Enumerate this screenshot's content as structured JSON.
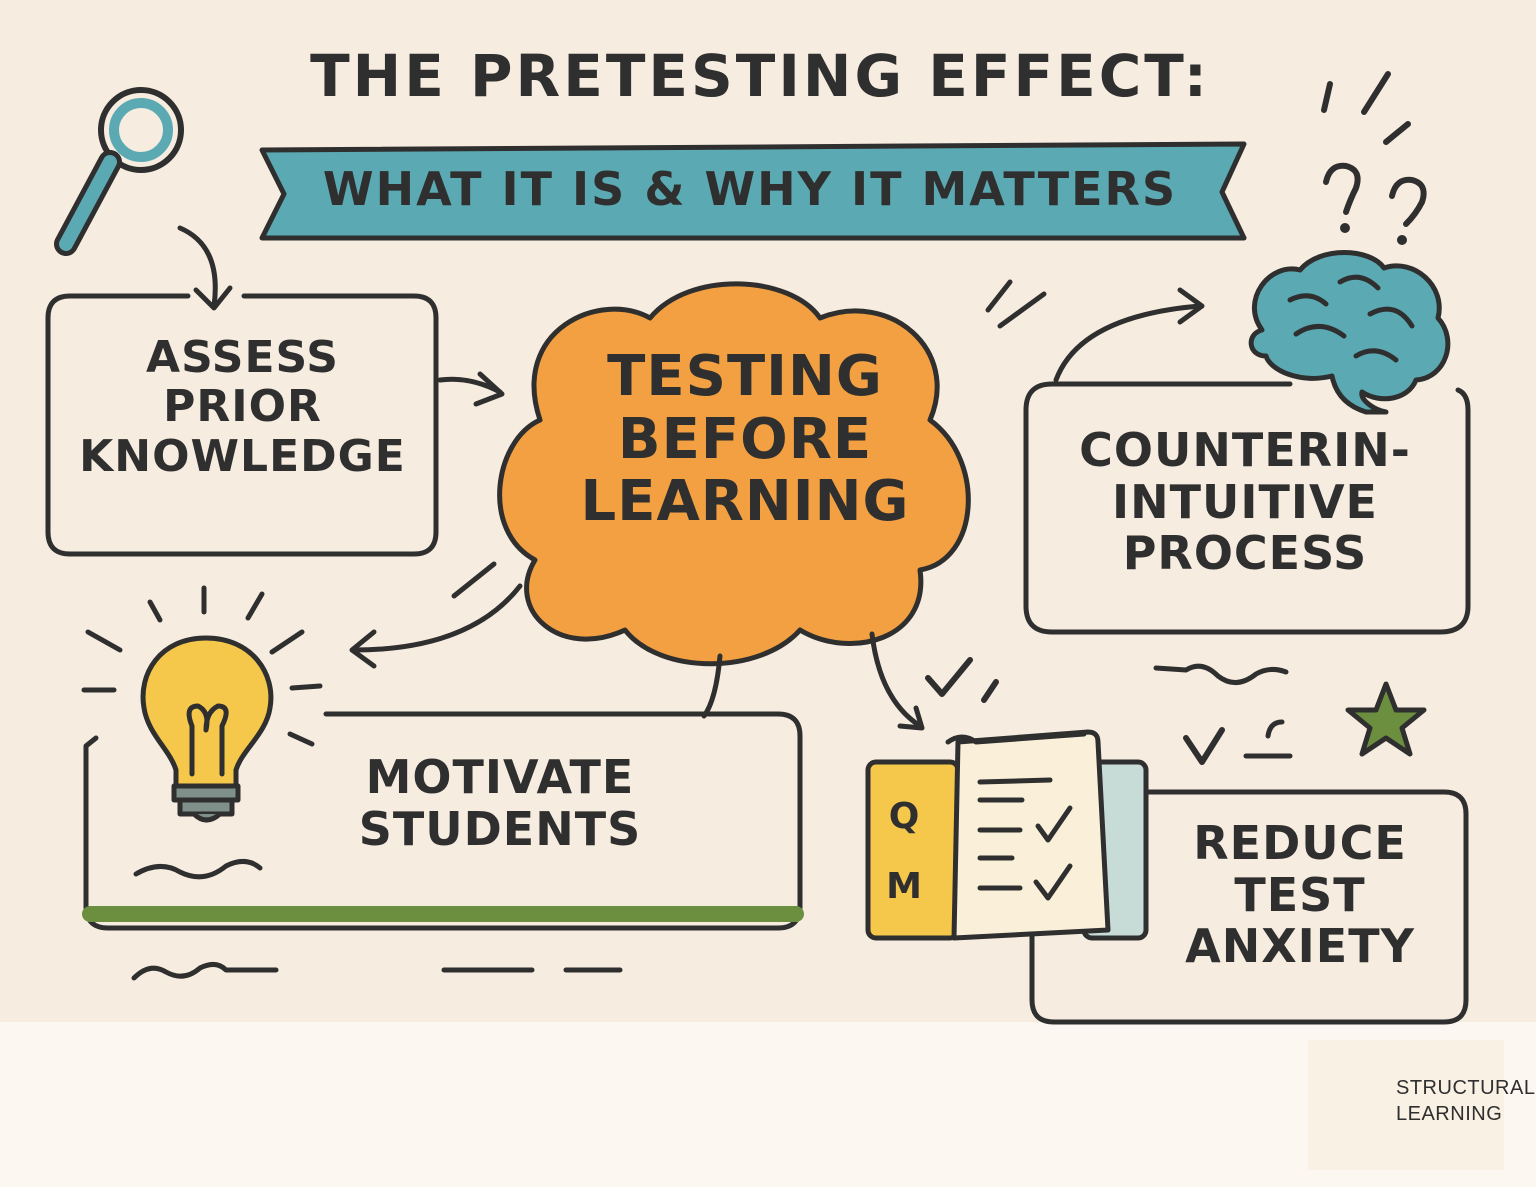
{
  "title": "THE PRETESTING EFFECT:",
  "subtitle": "WHAT IT IS & WHY IT MATTERS",
  "nodes": {
    "center": [
      "TESTING",
      "BEFORE",
      "LEARNING"
    ],
    "assess": [
      "ASSESS",
      "PRIOR",
      "KNOWLEDGE"
    ],
    "counterintuitive": [
      "COUNTERIN-",
      "INTUITIVE",
      "PROCESS"
    ],
    "motivate": [
      "MOTIVATE",
      "STUDENTS"
    ],
    "reduce": [
      "REDUCE",
      "TEST",
      "ANXIETY"
    ]
  },
  "quiz_letters": [
    "Q",
    "M"
  ],
  "logo": {
    "line1": "STRUCTURAL",
    "line2": "LEARNING"
  },
  "colors": {
    "background": "#f6ecdf",
    "footer": "#fcf7f0",
    "ink": "#2f2f2f",
    "teal": "#5aa9b3",
    "orange": "#f2a041",
    "yellow": "#f5c84b",
    "green": "#6b8f3e"
  },
  "icons": [
    "magnifying-glass-icon",
    "brain-icon",
    "question-marks-icon",
    "lightbulb-icon",
    "quiz-sheet-icon",
    "star-icon",
    "checkmark-icon"
  ]
}
